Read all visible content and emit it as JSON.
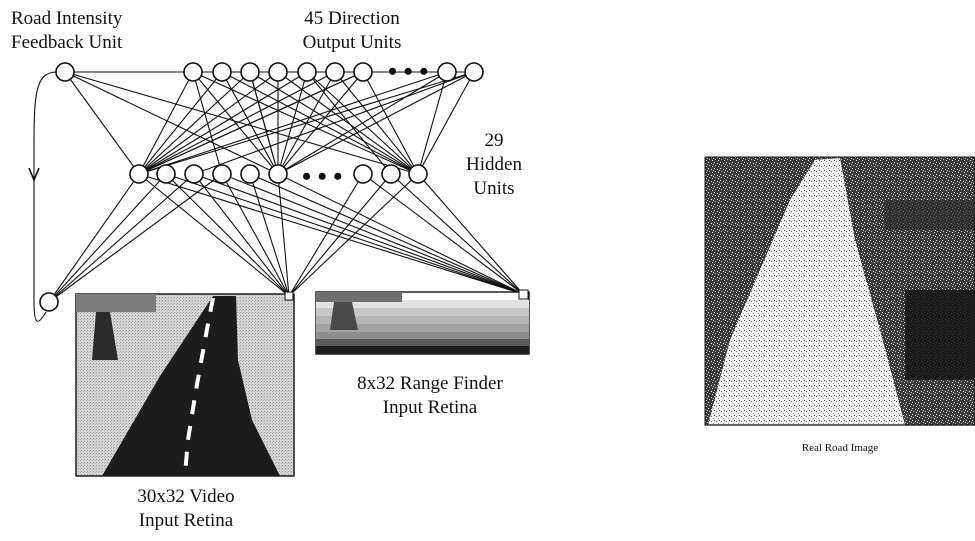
{
  "labels": {
    "feedback_line1": "Road Intensity",
    "feedback_line2": "Feedback Unit",
    "output_line1": "45 Direction",
    "output_line2": "Output Units",
    "hidden_line1": "29",
    "hidden_line2": "Hidden",
    "hidden_line3": "Units",
    "range_line1": "8x32 Range Finder",
    "range_line2": "Input Retina",
    "video_line1": "30x32 Video",
    "video_line2": "Input Retina",
    "real_caption": "Real Road Image",
    "ellipsis": "• • •"
  },
  "colors": {
    "ink": "#111111",
    "retina_gray": "#c9c9c9",
    "road_dark": "#1c1c1c",
    "range_mid": "#8e8e8e"
  }
}
